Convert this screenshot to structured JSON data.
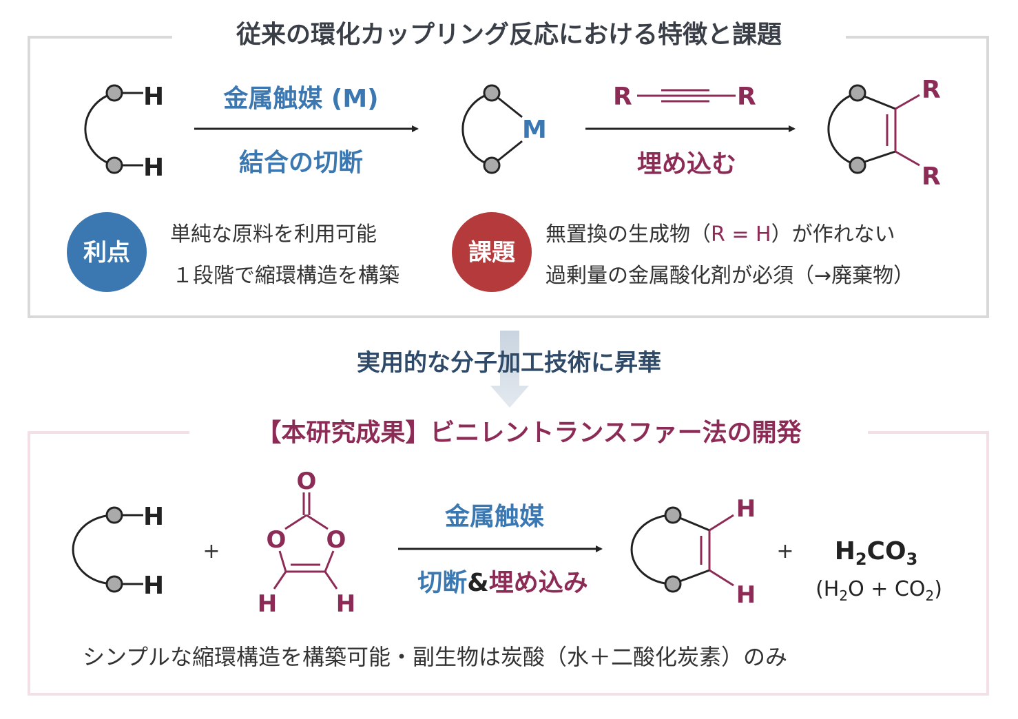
{
  "top": {
    "title": "従来の環化カップリング反応における特徴と課題",
    "h_label": "H",
    "catalyst_label": "金属触媒 (M)",
    "step1_label": "結合の切断",
    "metal_label": "M",
    "r_label": "R",
    "step2_label": "埋め込む",
    "advantage_badge": "利点",
    "advantages": [
      "単純な原料を利用可能",
      "１段階で縮環構造を構築"
    ],
    "issue_badge": "課題",
    "issues_line1_pre": "無置換の生成物（",
    "issues_line1_rh": "R = H",
    "issues_line1_post": "）が作れない",
    "issues_line2": "過剰量の金属酸化剤が必須（→廃棄物）"
  },
  "middle": {
    "label": "実用的な分子加工技術に昇華"
  },
  "bottom": {
    "title": "【本研究成果】ビニレントランスファー法の開発",
    "h_label": "H",
    "o_label": "O",
    "plus": "+",
    "catalyst_label": "金属触媒",
    "step_cut": "切断",
    "step_amp": "&",
    "step_insert": "埋め込み",
    "byproduct": {
      "H": "H",
      "sub2": "2",
      "CO": "CO",
      "sub3": "3"
    },
    "byproduct_sub": {
      "open": "(H",
      "sub2a": "2",
      "mid": "O + CO",
      "sub2b": "2",
      "close": ")"
    },
    "summary": "シンプルな縮環構造を構築可能・副生物は炭酸（水＋二酸化炭素）のみ"
  },
  "colors": {
    "blue": "#3b78b1",
    "maroon": "#8c2b55",
    "red": "#b43a3b",
    "gray_border": "#d9d9d9",
    "pink_border": "#f3dfe6"
  }
}
